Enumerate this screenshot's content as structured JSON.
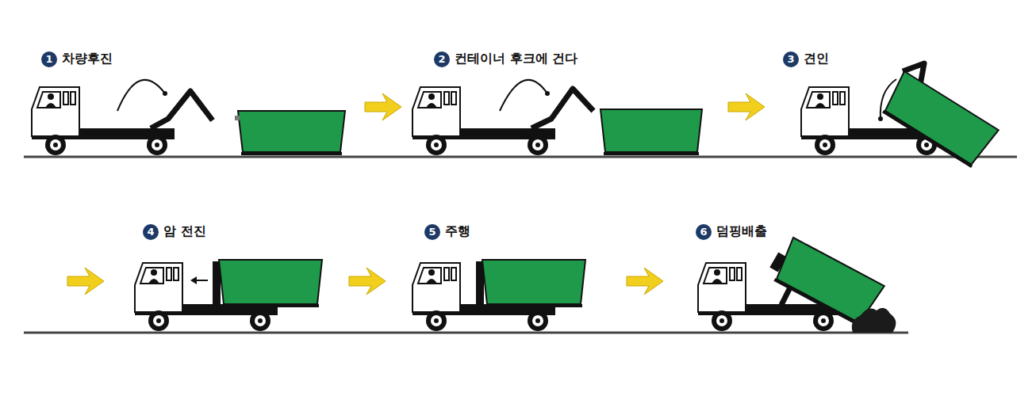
{
  "diagram": {
    "nodes": [
      {
        "text": [
          "1",
          "차량후진"
        ]
      },
      {
        "text": [
          "2",
          "컨테이너 후크에 건다"
        ]
      },
      {
        "text": [
          "3",
          "견인"
        ]
      },
      {
        "text": [
          "4",
          "암 전진"
        ]
      },
      {
        "text": [
          "5",
          "주행"
        ]
      },
      {
        "text": [
          "6",
          "덤핑배출"
        ]
      }
    ]
  }
}
